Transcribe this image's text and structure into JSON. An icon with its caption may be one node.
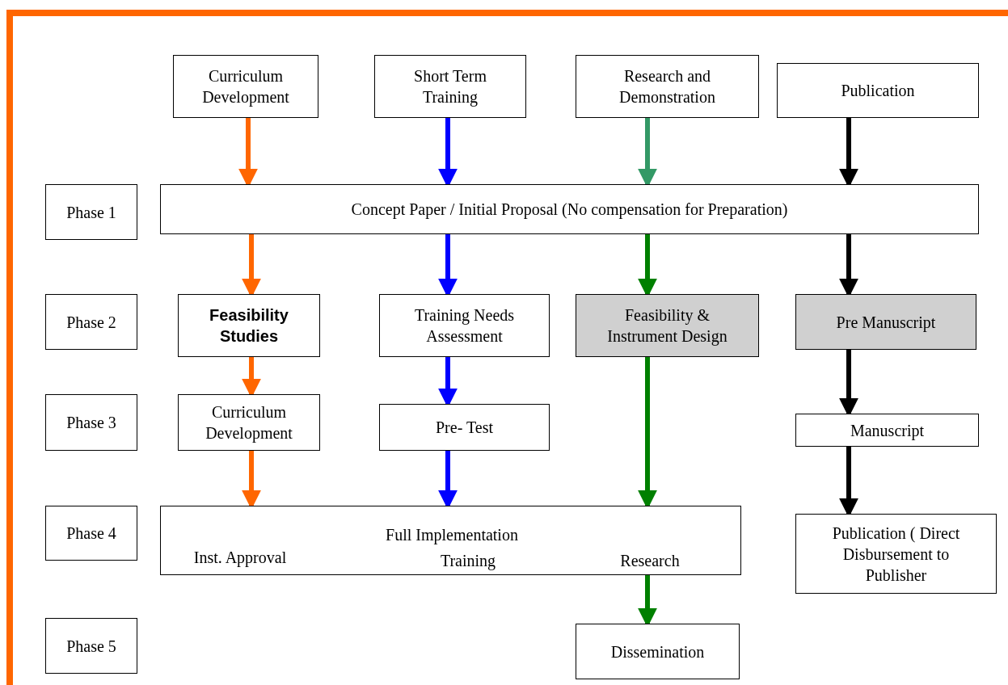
{
  "diagram": {
    "nodes": [
      {
        "text": [
          "Curriculum Development"
        ]
      },
      {
        "text": [
          "Short Term Training"
        ]
      },
      {
        "text": [
          "Research and Demonstration"
        ]
      },
      {
        "text": [
          "Publication"
        ]
      },
      {
        "text": [
          "Phase 1"
        ]
      },
      {
        "text": [
          "Concept Paper / Initial Proposal (No compensation for Preparation)"
        ]
      },
      {
        "text": [
          "Phase 2"
        ]
      },
      {
        "text": [
          "Feasibility Studies"
        ]
      },
      {
        "text": [
          "Training Needs Assessment"
        ]
      },
      {
        "text": [
          "Feasibility & Instrument Design"
        ]
      },
      {
        "text": [
          "Pre Manuscript"
        ]
      },
      {
        "text": [
          "Phase 3"
        ]
      },
      {
        "text": [
          "Curriculum Development"
        ]
      },
      {
        "text": [
          "Pre- Test"
        ]
      },
      {
        "text": [
          "Manuscript"
        ]
      },
      {
        "text": [
          "Phase 4"
        ]
      },
      {
        "text": [
          "Full Implementation",
          "Inst. Approval",
          "Training",
          "Research"
        ]
      },
      {
        "text": [
          "Publication ( Direct Disbursement to Publisher"
        ]
      },
      {
        "text": [
          "Phase 5"
        ]
      },
      {
        "text": [
          "Dissemination"
        ]
      }
    ],
    "edges": [
      {
        "from": 0,
        "to": 5,
        "arrow": "to",
        "color": "#ff6600"
      },
      {
        "from": 1,
        "to": 5,
        "arrow": "to",
        "color": "#0000ff"
      },
      {
        "from": 2,
        "to": 5,
        "arrow": "to",
        "color": "#339966"
      },
      {
        "from": 3,
        "to": 5,
        "arrow": "to",
        "color": "#000000"
      },
      {
        "from": 5,
        "to": 7,
        "arrow": "to",
        "color": "#ff6600"
      },
      {
        "from": 5,
        "to": 8,
        "arrow": "to",
        "color": "#0000ff"
      },
      {
        "from": 5,
        "to": 9,
        "arrow": "to",
        "color": "#008000"
      },
      {
        "from": 5,
        "to": 10,
        "arrow": "to",
        "color": "#000000"
      },
      {
        "from": 7,
        "to": 12,
        "arrow": "to",
        "color": "#ff6600"
      },
      {
        "from": 8,
        "to": 13,
        "arrow": "to",
        "color": "#0000ff"
      },
      {
        "from": 9,
        "to": 16,
        "arrow": "to",
        "color": "#008000"
      },
      {
        "from": 10,
        "to": 14,
        "arrow": "to",
        "color": "#000000"
      },
      {
        "from": 12,
        "to": 16,
        "arrow": "to",
        "color": "#ff6600"
      },
      {
        "from": 13,
        "to": 16,
        "arrow": "to",
        "color": "#0000ff"
      },
      {
        "from": 14,
        "to": 17,
        "arrow": "to",
        "color": "#000000"
      },
      {
        "from": 16,
        "to": 19,
        "arrow": "to",
        "color": "#008000"
      }
    ]
  }
}
